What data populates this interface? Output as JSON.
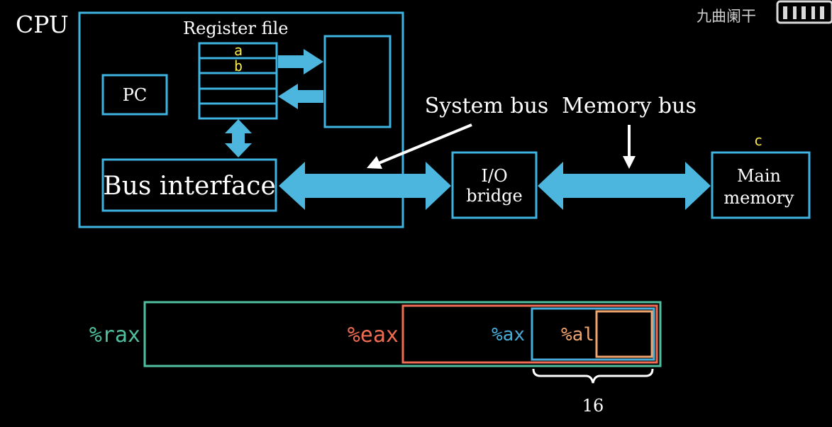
{
  "cpu": {
    "label": "CPU",
    "register_file_label": "Register file",
    "registers": [
      "a",
      "b",
      "",
      "",
      ""
    ],
    "pc_label": "PC",
    "bus_interface_label": "Bus interface"
  },
  "system_bus_label": "System bus",
  "memory_bus_label": "Memory bus",
  "io_bridge": {
    "line1": "I/O",
    "line2": "bridge"
  },
  "main_memory": {
    "line1": "Main",
    "line2": "memory",
    "marker": "c"
  },
  "register_names": {
    "rax": "%rax",
    "eax": "%eax",
    "ax": "%ax",
    "al": "%al"
  },
  "brace_label": "16",
  "watermark": {
    "text": "九曲阑干",
    "logo": "bilibili"
  },
  "colors": {
    "background": "#000000",
    "box_stroke": "#3fb3df",
    "arrow_fill": "#4db6de",
    "register_letter": "#f6e64a",
    "rax": "#4fbfa0",
    "eax": "#ef6b52",
    "ax": "#47aedb",
    "al": "#f0a56c",
    "text": "#ffffff"
  }
}
